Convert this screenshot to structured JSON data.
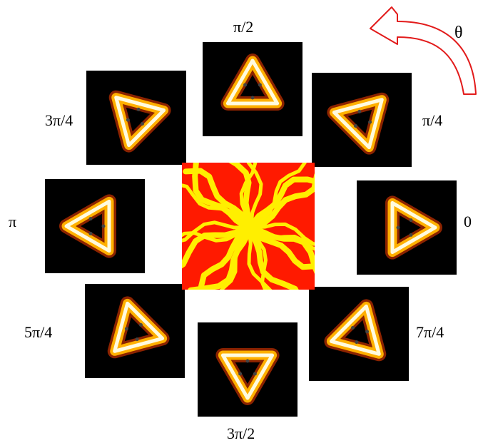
{
  "rotation": {
    "label": "θ",
    "arrow_color": "#e21b1b"
  },
  "angles": [
    {
      "id": "0",
      "label": "0",
      "theta_deg": 0
    },
    {
      "id": "pi4",
      "label": "π/4",
      "theta_deg": 45
    },
    {
      "id": "pi2",
      "label": "π/2",
      "theta_deg": 90
    },
    {
      "id": "3pi4",
      "label": "3π/4",
      "theta_deg": 135
    },
    {
      "id": "pi",
      "label": "π",
      "theta_deg": 180
    },
    {
      "id": "5pi4",
      "label": "5π/4",
      "theta_deg": 225
    },
    {
      "id": "3pi2",
      "label": "3π/2",
      "theta_deg": 270
    },
    {
      "id": "7pi4",
      "label": "7π/4",
      "theta_deg": 315
    }
  ],
  "colors": {
    "circle": "#ffffff",
    "panel_bg": "#000000",
    "ring_glow": "#ff4000",
    "ring_mid": "#ffb000",
    "ring_core": "#fffbe0",
    "pattern_red": "#ff1a00",
    "pattern_yellow": "#ffef00"
  }
}
